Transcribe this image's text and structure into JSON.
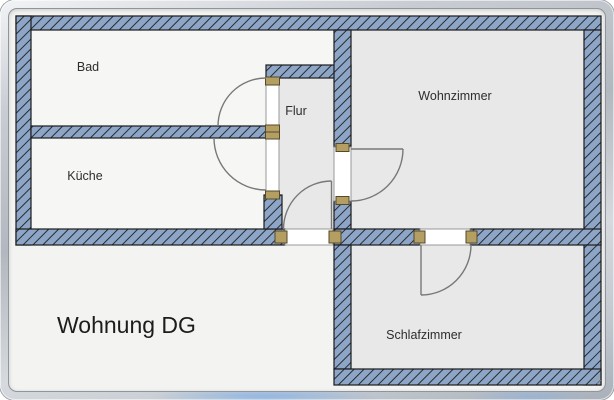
{
  "plan": {
    "title": "Wohnung DG",
    "rooms": [
      {
        "id": "bad",
        "label": "Bad"
      },
      {
        "id": "kueche",
        "label": "Küche"
      },
      {
        "id": "flur",
        "label": "Flur"
      },
      {
        "id": "wohnzimmer",
        "label": "Wohnzimmer"
      },
      {
        "id": "schlafzimmer",
        "label": "Schlafzimmer"
      }
    ],
    "door_count": 5,
    "colors": {
      "wall_fill": "#8da6c7",
      "wall_hatch": "#1d1d1d",
      "room_floor_light": "#f6f6f5",
      "room_floor_gray": "#e7e8e7",
      "door_jamb": "#b49e62",
      "frame_silver": "#b2b8bf",
      "panel_background": "#f3f3f2"
    }
  }
}
